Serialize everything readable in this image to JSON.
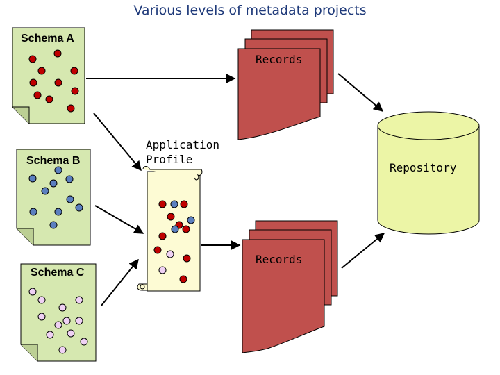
{
  "title": "Various levels of metadata projects",
  "schemas": [
    {
      "label": "Schema A",
      "color": "#c00000"
    },
    {
      "label": "Schema B",
      "color": "#5b7fbf"
    },
    {
      "label": "Schema C",
      "color": "#efd1f4"
    }
  ],
  "records_top_label": "Records",
  "records_bottom_label": "Records",
  "application_profile_label": "Application\nProfile",
  "repository_label": "Repository",
  "colors": {
    "page_fill": "#d6e8b0",
    "records_fill": "#c0504d",
    "repository_fill": "#ecf5a6",
    "scroll_fill": "#fdfbd4",
    "title": "#1f3a7a"
  }
}
